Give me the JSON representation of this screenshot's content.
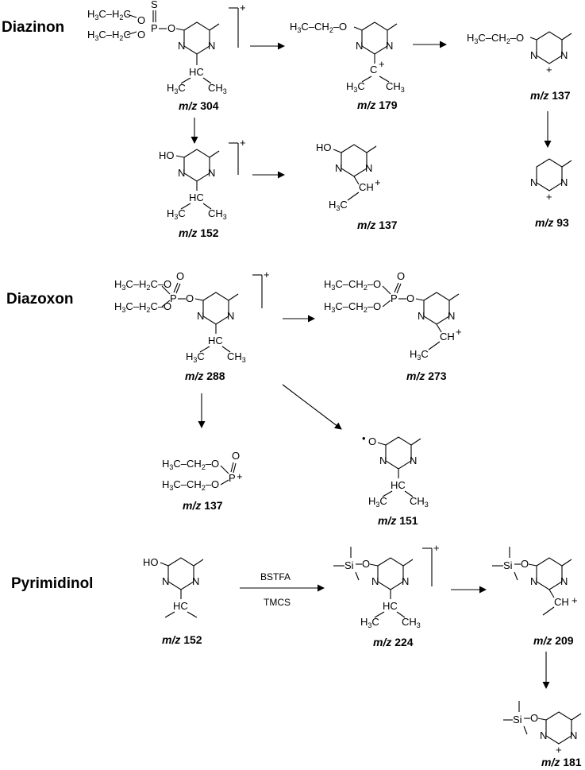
{
  "sections": {
    "diazinon": "Diazinon",
    "diazoxon": "Diazoxon",
    "pyrimidinol": "Pyrimidinol"
  },
  "mz_prefix": "m/z",
  "fragments": [
    {
      "id": "d304",
      "mz": "304"
    },
    {
      "id": "d179",
      "mz": "179"
    },
    {
      "id": "d137a",
      "mz": "137"
    },
    {
      "id": "d152",
      "mz": "152"
    },
    {
      "id": "d137b",
      "mz": "137"
    },
    {
      "id": "d93",
      "mz": "93"
    },
    {
      "id": "o288",
      "mz": "288"
    },
    {
      "id": "o273",
      "mz": "273"
    },
    {
      "id": "o137",
      "mz": "137"
    },
    {
      "id": "o151",
      "mz": "151"
    },
    {
      "id": "p152",
      "mz": "152"
    },
    {
      "id": "p224",
      "mz": "224"
    },
    {
      "id": "p209",
      "mz": "209"
    },
    {
      "id": "p181",
      "mz": "181"
    }
  ],
  "reagents": {
    "top": "BSTFA",
    "bottom": "TMCS"
  },
  "atoms": {
    "ethyl": "H3C–H2C–O",
    "ethyl2": "H3C–CH2–O",
    "S": "S",
    "O": "O",
    "P": "P",
    "N": "N",
    "HO": "HO",
    "HC": "HC",
    "CH": "CH",
    "C": "C",
    "H3C": "H3C",
    "CH3": "CH3",
    "Si": "Si",
    "plus": "+",
    "radical": "•"
  }
}
